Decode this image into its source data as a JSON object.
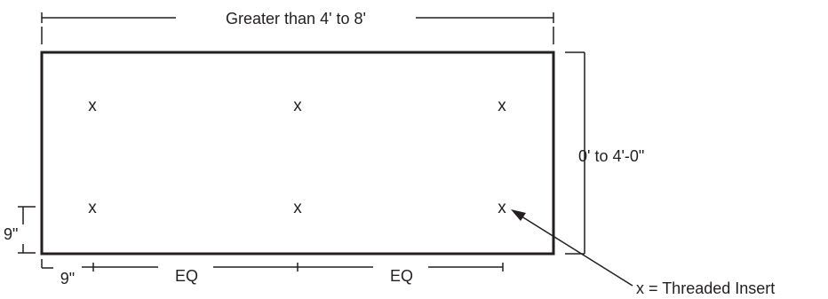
{
  "labels": {
    "overall_length": "Greater than 4' to 8'",
    "height": "0' to 4'-0\"",
    "edge_offset_vertical": "9\"",
    "edge_offset_horizontal": "9\"",
    "spacing_left": "EQ",
    "spacing_right": "EQ",
    "legend": "x = Threaded Insert"
  },
  "insert_marker": "x",
  "insert_grid": {
    "rows": 2,
    "columns": 3
  }
}
